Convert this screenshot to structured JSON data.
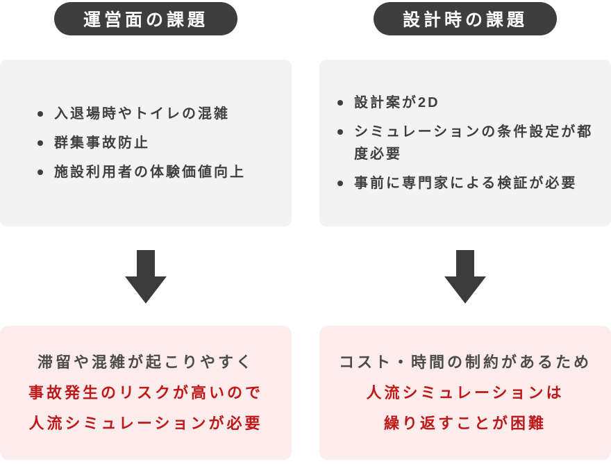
{
  "colors": {
    "pill_bg": "#3e3e3e",
    "pill_text": "#ffffff",
    "card_bg": "#f3f3f3",
    "bullet_text": "#3f3f3f",
    "arrow": "#3b3b3b",
    "result_bg": "#fceceb",
    "result_lead_text": "#4b4b4b",
    "result_emphasis_text": "#bf1818"
  },
  "columns": [
    {
      "header": "運営面の課題",
      "bullets": [
        "入退場時やトイレの混雑",
        "群集事故防止",
        "施設利用者の体験価値向上"
      ],
      "result": {
        "lead": "滞留や混雑が起こりやすく",
        "emphasis": [
          "事故発生のリスクが高いので",
          "人流シミュレーションが必要"
        ]
      }
    },
    {
      "header": "設計時の課題",
      "bullets": [
        "設計案が2D",
        "シミュレーションの条件設定が都度必要",
        "事前に専門家による検証が必要"
      ],
      "result": {
        "lead": "コスト・時間の制約があるため",
        "emphasis": [
          "人流シミュレーションは",
          "繰り返すことが困難"
        ]
      }
    }
  ]
}
